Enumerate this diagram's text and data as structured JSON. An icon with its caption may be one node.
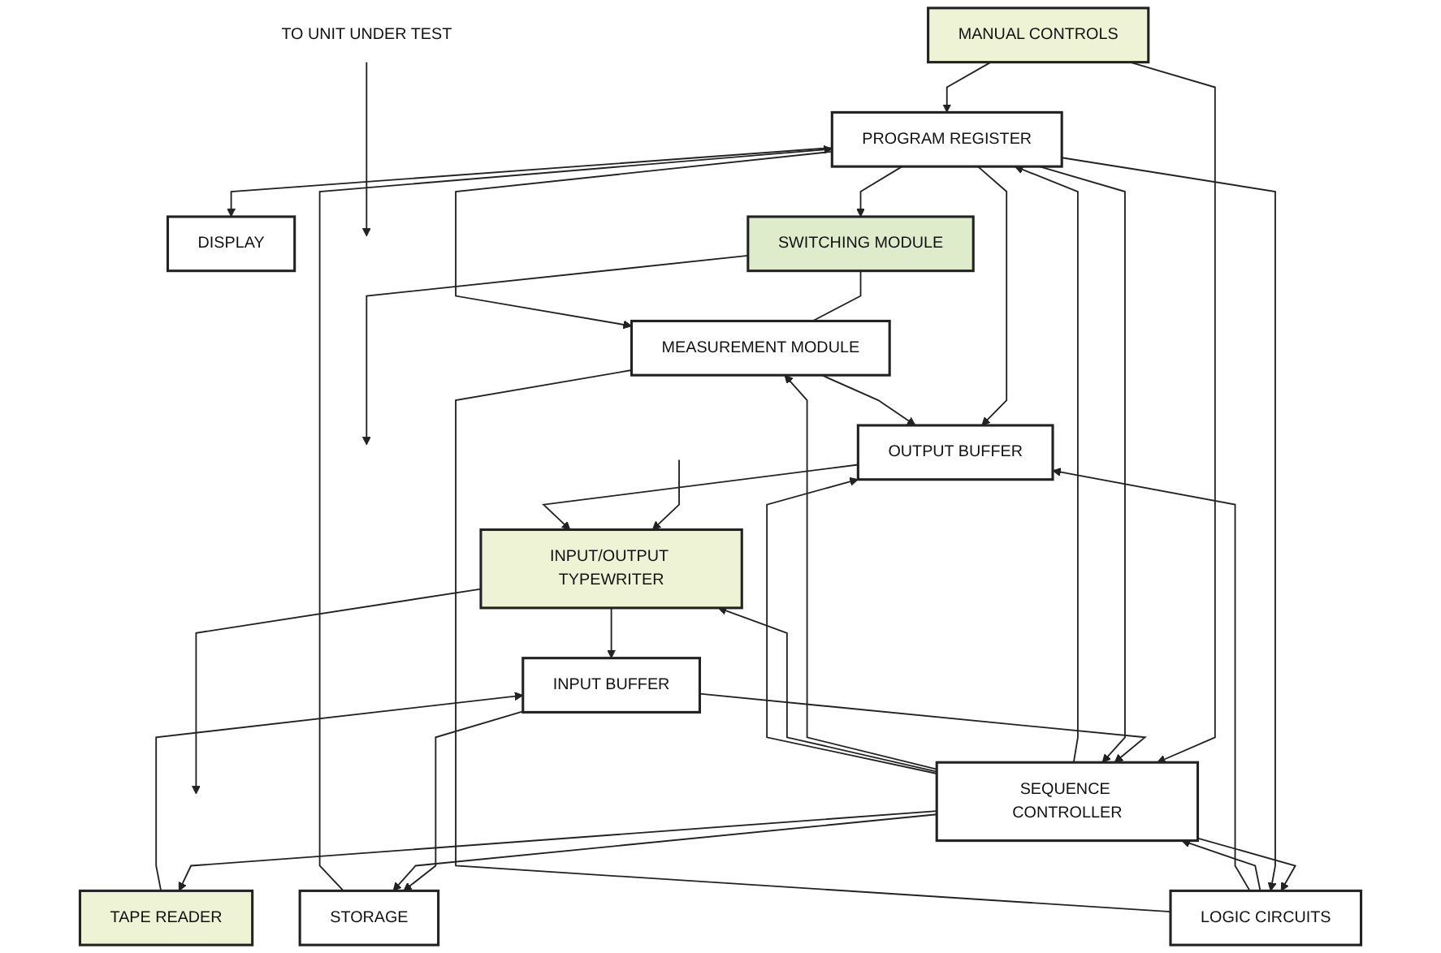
{
  "diagram": {
    "nodes": [
      {
        "text": [
          "MANUAL CONTROLS"
        ]
      },
      {
        "text": [
          "DISPLAY"
        ]
      },
      {
        "text": [
          "TAPE READER"
        ]
      },
      {
        "text": [
          "INPUT BUFFER"
        ]
      },
      {
        "text": [
          "STORAGE"
        ]
      },
      {
        "text": [
          "PROGRAM REGISTER"
        ]
      },
      {
        "text": [
          "SWITCHING MODULE"
        ]
      },
      {
        "text": [
          "INPUT/OUTPUT TYPEWRITER"
        ]
      },
      {
        "text": [
          "MEASUREMENT MODULE"
        ]
      },
      {
        "text": [
          "SEQUENCE CONTROLLER"
        ]
      },
      {
        "text": [
          "LOGIC CIRCUITS"
        ]
      },
      {
        "text": [
          "OUTPUT BUFFER"
        ]
      },
      {
        "text": [
          "TO UNIT UNDER TEST"
        ]
      }
    ],
    "edges": [
      {
        "from": 0,
        "to": 5,
        "arrow": "to"
      },
      {
        "from": 0,
        "to": 9,
        "arrow": "to"
      },
      {
        "from": 2,
        "to": 3,
        "arrow": "to"
      },
      {
        "from": 3,
        "to": 4,
        "arrow": "to"
      },
      {
        "from": 4,
        "to": 5,
        "arrow": "to"
      },
      {
        "from": 5,
        "to": 1,
        "arrow": "to"
      },
      {
        "from": 5,
        "to": 6,
        "arrow": "to"
      },
      {
        "from": 6,
        "to": null,
        "arrow": "to"
      },
      {
        "from": 12,
        "to": null,
        "arrow": "to"
      },
      {
        "from": 6,
        "to": 8,
        "arrow": "none"
      },
      {
        "from": 7,
        "to": 3,
        "arrow": "to"
      },
      {
        "from": null,
        "to": 7,
        "arrow": "to"
      },
      {
        "from": 7,
        "to": null,
        "arrow": "to"
      },
      {
        "from": 3,
        "to": 9,
        "arrow": "to"
      },
      {
        "from": 9,
        "to": 4,
        "arrow": "to"
      },
      {
        "from": 9,
        "to": 5,
        "arrow": "to"
      },
      {
        "from": 9,
        "to": 10,
        "arrow": "to"
      },
      {
        "from": 9,
        "to": 8,
        "arrow": "to"
      },
      {
        "from": 5,
        "to": 9,
        "arrow": "to"
      },
      {
        "from": 5,
        "to": 10,
        "arrow": "to"
      },
      {
        "from": 5,
        "to": 8,
        "arrow": "to"
      },
      {
        "from": 9,
        "to": 7,
        "arrow": "to"
      },
      {
        "from": 9,
        "to": 2,
        "arrow": "to"
      },
      {
        "from": 9,
        "to": 11,
        "arrow": "to"
      },
      {
        "from": 10,
        "to": 9,
        "arrow": "to"
      },
      {
        "from": 11,
        "to": 7,
        "arrow": "to"
      },
      {
        "from": 5,
        "to": 11,
        "arrow": "to"
      },
      {
        "from": 10,
        "to": 11,
        "arrow": "to"
      },
      {
        "from": 8,
        "to": 11,
        "arrow": "to"
      },
      {
        "from": 10,
        "to": 8,
        "arrow": "none"
      }
    ]
  }
}
